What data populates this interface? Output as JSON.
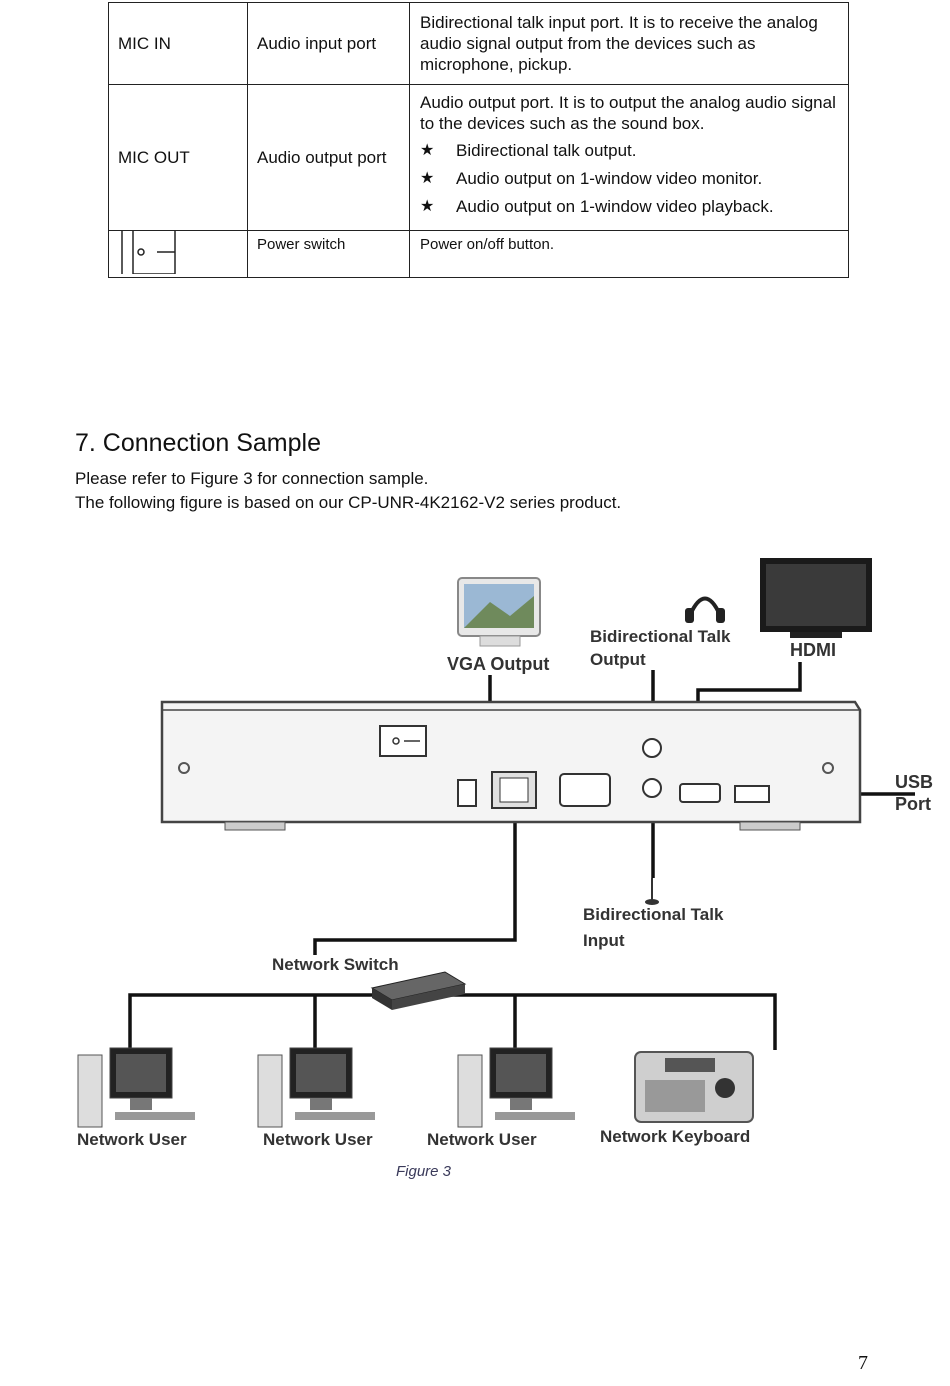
{
  "ports_table": {
    "rows": [
      {
        "port": "MIC IN",
        "name": "Audio input port",
        "description": "Bidirectional talk input port. It is to receive the analog audio signal output from the devices such as microphone, pickup."
      },
      {
        "port": "MIC OUT",
        "name": "Audio output port",
        "description": "Audio output port. It is to output the analog audio signal to the devices such as the sound box.",
        "bullets": [
          "Bidirectional talk output.",
          "Audio output on 1-window video monitor.",
          "Audio output on 1-window video playback."
        ]
      },
      {
        "port_icon": "power-switch-icon",
        "name": "Power switch",
        "description": "Power on/off button."
      }
    ]
  },
  "section": {
    "title": "7. Connection Sample",
    "paragraphs": [
      "Please refer to Figure 3 for connection sample.",
      "The following figure is based on our CP-UNR-4K2162-V2 series product."
    ]
  },
  "figure": {
    "labels": {
      "vga_output": "VGA Output",
      "bidirectional_talk_output_1": "Bidirectional Talk",
      "bidirectional_talk_output_2": "Output",
      "hdmi": "HDMI",
      "usb_port_1": "USB",
      "usb_port_2": "Port",
      "bidirectional_talk_input_1": "Bidirectional Talk",
      "bidirectional_talk_input_2": "Input",
      "network_switch": "Network Switch",
      "network_user_1": "Network User",
      "network_user_2": "Network User",
      "network_user_3": "Network User",
      "network_keyboard": "Network Keyboard"
    },
    "caption": "Figure 3"
  },
  "page_number": "7"
}
